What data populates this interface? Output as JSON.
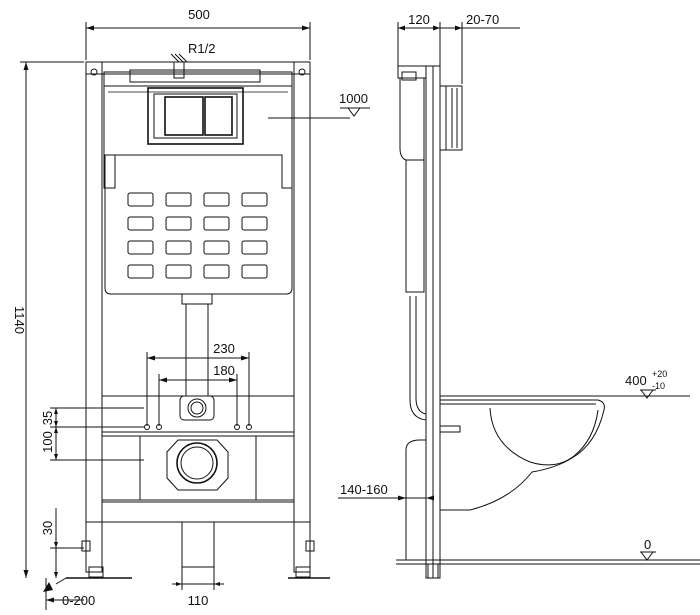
{
  "front_view": {
    "width_label": "500",
    "height_label": "1140",
    "supply_label": "R1/2",
    "flush_height_label": "1000",
    "pitch_230_label": "230",
    "pitch_180_label": "180",
    "offset_35_label": "35",
    "offset_100_label": "100",
    "foot_30_label": "30",
    "foot_adjust_label": "0-200",
    "drain_width_label": "110"
  },
  "side_view": {
    "depth_label": "120",
    "wall_label": "20-70",
    "pan_height_label": "400",
    "pan_tol_plus": "+20",
    "pan_tol_minus": "-10",
    "drain_label": "140-160",
    "floor_label": "0"
  }
}
